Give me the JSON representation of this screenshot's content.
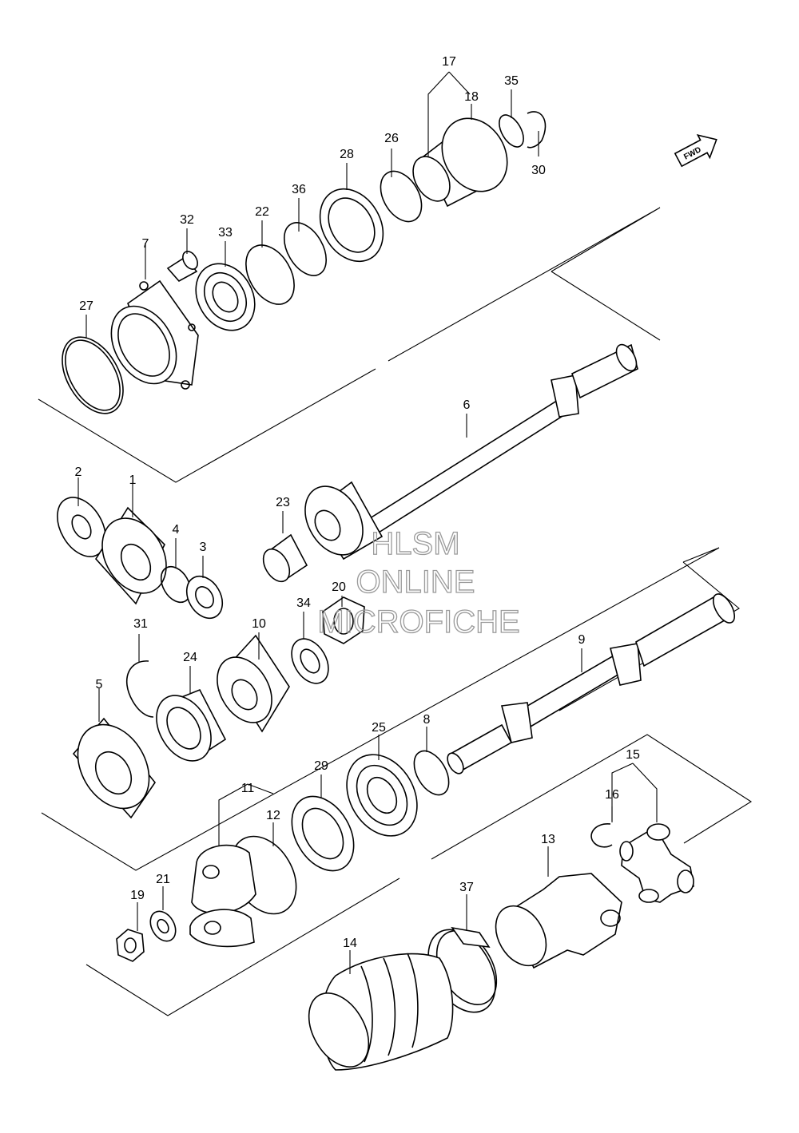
{
  "fwd_label": "FWD",
  "watermark": {
    "line1": "HLSM",
    "line2": "ONLINE",
    "line3": "MICROFICHE"
  },
  "callouts": [
    {
      "id": "p17",
      "text": "17"
    },
    {
      "id": "p18",
      "text": "18"
    },
    {
      "id": "p35",
      "text": "35"
    },
    {
      "id": "p30",
      "text": "30"
    },
    {
      "id": "p26",
      "text": "26"
    },
    {
      "id": "p28",
      "text": "28"
    },
    {
      "id": "p36",
      "text": "36"
    },
    {
      "id": "p22",
      "text": "22"
    },
    {
      "id": "p32",
      "text": "32"
    },
    {
      "id": "p33",
      "text": "33"
    },
    {
      "id": "p7",
      "text": "7"
    },
    {
      "id": "p27",
      "text": "27"
    },
    {
      "id": "p6",
      "text": "6"
    },
    {
      "id": "p2",
      "text": "2"
    },
    {
      "id": "p1",
      "text": "1"
    },
    {
      "id": "p4",
      "text": "4"
    },
    {
      "id": "p3",
      "text": "3"
    },
    {
      "id": "p23",
      "text": "23"
    },
    {
      "id": "p20",
      "text": "20"
    },
    {
      "id": "p34",
      "text": "34"
    },
    {
      "id": "p10",
      "text": "10"
    },
    {
      "id": "p31",
      "text": "31"
    },
    {
      "id": "p24",
      "text": "24"
    },
    {
      "id": "p5",
      "text": "5"
    },
    {
      "id": "p9",
      "text": "9"
    },
    {
      "id": "p8",
      "text": "8"
    },
    {
      "id": "p25",
      "text": "25"
    },
    {
      "id": "p29",
      "text": "29"
    },
    {
      "id": "p11",
      "text": "11"
    },
    {
      "id": "p12",
      "text": "12"
    },
    {
      "id": "p15",
      "text": "15"
    },
    {
      "id": "p16",
      "text": "16"
    },
    {
      "id": "p13",
      "text": "13"
    },
    {
      "id": "p37",
      "text": "37"
    },
    {
      "id": "p21",
      "text": "21"
    },
    {
      "id": "p19",
      "text": "19"
    },
    {
      "id": "p14",
      "text": "14"
    }
  ]
}
